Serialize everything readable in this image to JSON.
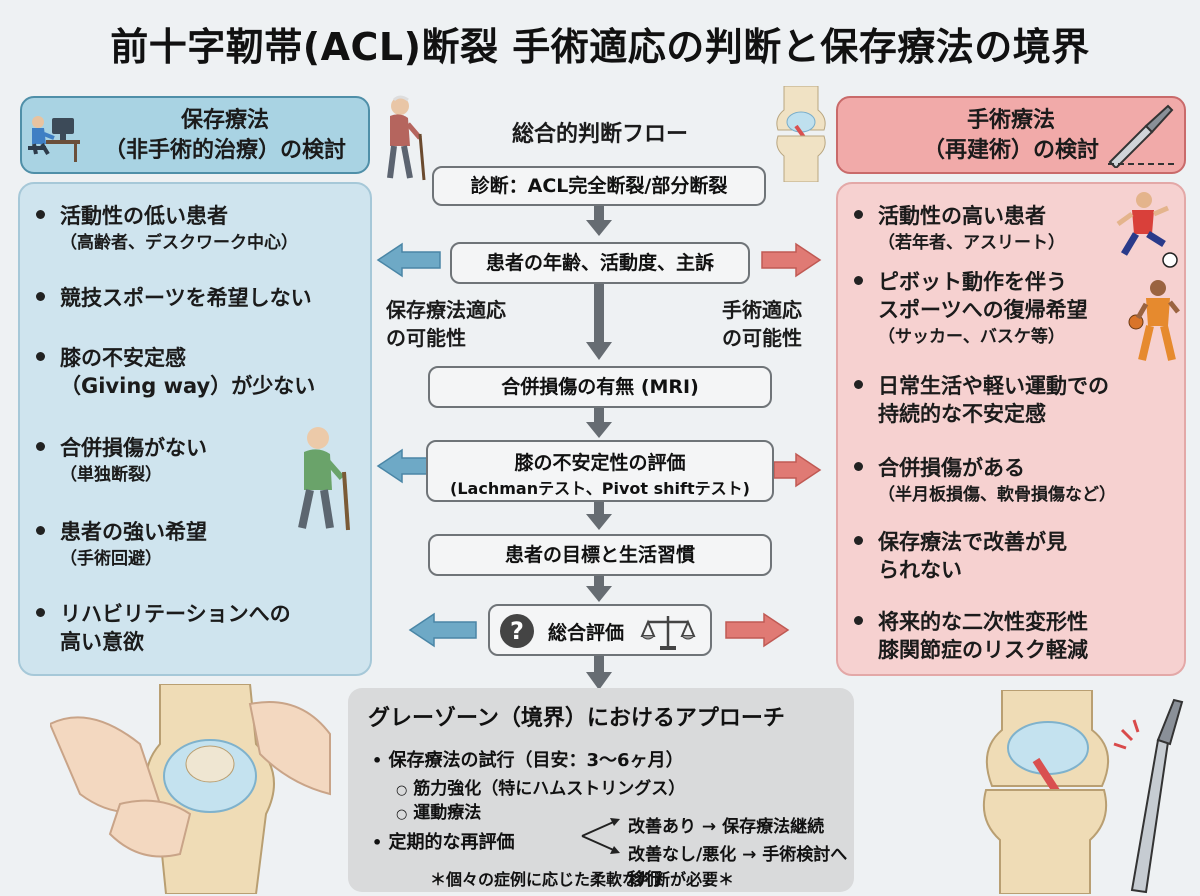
{
  "title": "前十字靭帯(ACL)断裂 手術適応の判断と保存療法の境界",
  "colors": {
    "conservative_blue": "#5f9fbd",
    "surgical_red": "#e0706c",
    "flow_gray": "#666c72"
  },
  "conservative": {
    "header_line1": "保存療法",
    "header_line2": "（非手術的治療）の検討",
    "items": [
      {
        "main": "活動性の低い患者",
        "sub": "（高齢者、デスクワーク中心）"
      },
      {
        "main": "競技スポーツを希望しない"
      },
      {
        "main": "膝の不安定感",
        "main2": "（Giving way）が少ない"
      },
      {
        "main": "合併損傷がない",
        "sub": "（単独断裂）"
      },
      {
        "main": "患者の強い希望",
        "sub": "（手術回避）"
      },
      {
        "main": "リハビリテーションへの",
        "main2": "高い意欲"
      }
    ]
  },
  "surgical": {
    "header_line1": "手術療法",
    "header_line2": "（再建術）の検討",
    "items": [
      {
        "main": "活動性の高い患者",
        "sub": "（若年者、アスリート）"
      },
      {
        "main": "ピボット動作を伴う",
        "main2": "スポーツへの復帰希望",
        "sub": "（サッカー、バスケ等）"
      },
      {
        "main": "日常生活や軽い運動での",
        "main2": "持続的な不安定感"
      },
      {
        "main": "合併損傷がある",
        "sub": "（半月板損傷、軟骨損傷など）"
      },
      {
        "main": "保存療法で改善が見",
        "main2": "られない"
      },
      {
        "main": "将来的な二次性変形性",
        "main2": "膝関節症のリスク軽減"
      }
    ]
  },
  "flow": {
    "heading": "総合的判断フロー",
    "step1": "診断：ACL完全断裂/部分断裂",
    "step2": "患者の年齢、活動度、主訴",
    "left_label_1": "保存療法適応",
    "left_label_2": "の可能性",
    "right_label_1": "手術適応",
    "right_label_2": "の可能性",
    "step3": "合併損傷の有無 (MRI)",
    "step4": "膝の不安定性の評価",
    "step4_sub": "(Lachmanテスト、Pivot shiftテスト)",
    "step5": "患者の目標と生活習慣",
    "step6": "総合評価",
    "question_mark": "?",
    "scale_icon": "balance-scale-icon"
  },
  "grayzone": {
    "title": "グレーゾーン（境界）におけるアプローチ",
    "bullet1": "保存療法の試行（目安：3〜6ヶ月）",
    "sub1": "筋力強化（特にハムストリングス）",
    "sub2": "運動療法",
    "bullet2": "定期的な再評価",
    "branch_yes": "改善あり → 保存療法継続",
    "branch_no": "改善なし/悪化 → 手術検討へ移行",
    "note": "＊個々の症例に応じた柔軟な判断が必要＊"
  },
  "icons": [
    "desk-worker-icon",
    "elderly-walker-icon",
    "knee-joint-icon",
    "scalpel-icon",
    "soccer-player-icon",
    "basketball-player-icon",
    "elderly-cane-icon",
    "knee-exam-illustration",
    "knee-injury-illustration"
  ]
}
